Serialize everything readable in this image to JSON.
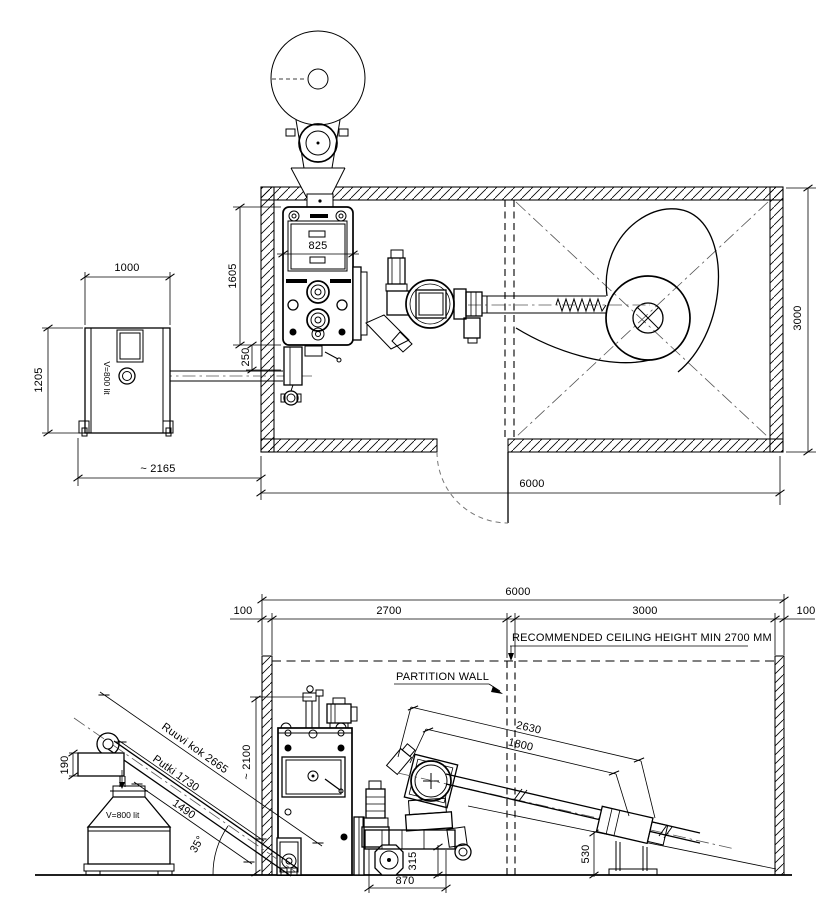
{
  "colors": {
    "background": "#ffffff",
    "line": "#000000",
    "centerline": "#555555"
  },
  "plan": {
    "silo_width": "1000",
    "silo_depth": "1205",
    "silo_volume": "V=800 lit",
    "silo_offset": "~ 2165",
    "boiler_width": "825",
    "boiler_length": "1605",
    "boiler_rear_gap": "250",
    "room_length": "6000",
    "room_width": "3000"
  },
  "elevation": {
    "room_length": "6000",
    "wall_left": "100",
    "boiler_room_width": "2700",
    "storage_width": "3000",
    "wall_right": "100",
    "ceiling_note": "RECOMMENDED CEILING HEIGHT MIN 2700 MM",
    "partition_note": "PARTITION WALL",
    "boiler_height": "~ 2100",
    "screw_total": "Ruuvi kok 2665",
    "screw_tube": "Putki 1730",
    "screw_lower": "1490",
    "screw_motor_height": "190",
    "screw_angle": "35°",
    "silo_volume": "V=800 lit",
    "conveyor_total": "2630",
    "conveyor_tube": "1800",
    "conveyor_end_height": "530",
    "stoker_height": "315",
    "stoker_width": "870"
  }
}
